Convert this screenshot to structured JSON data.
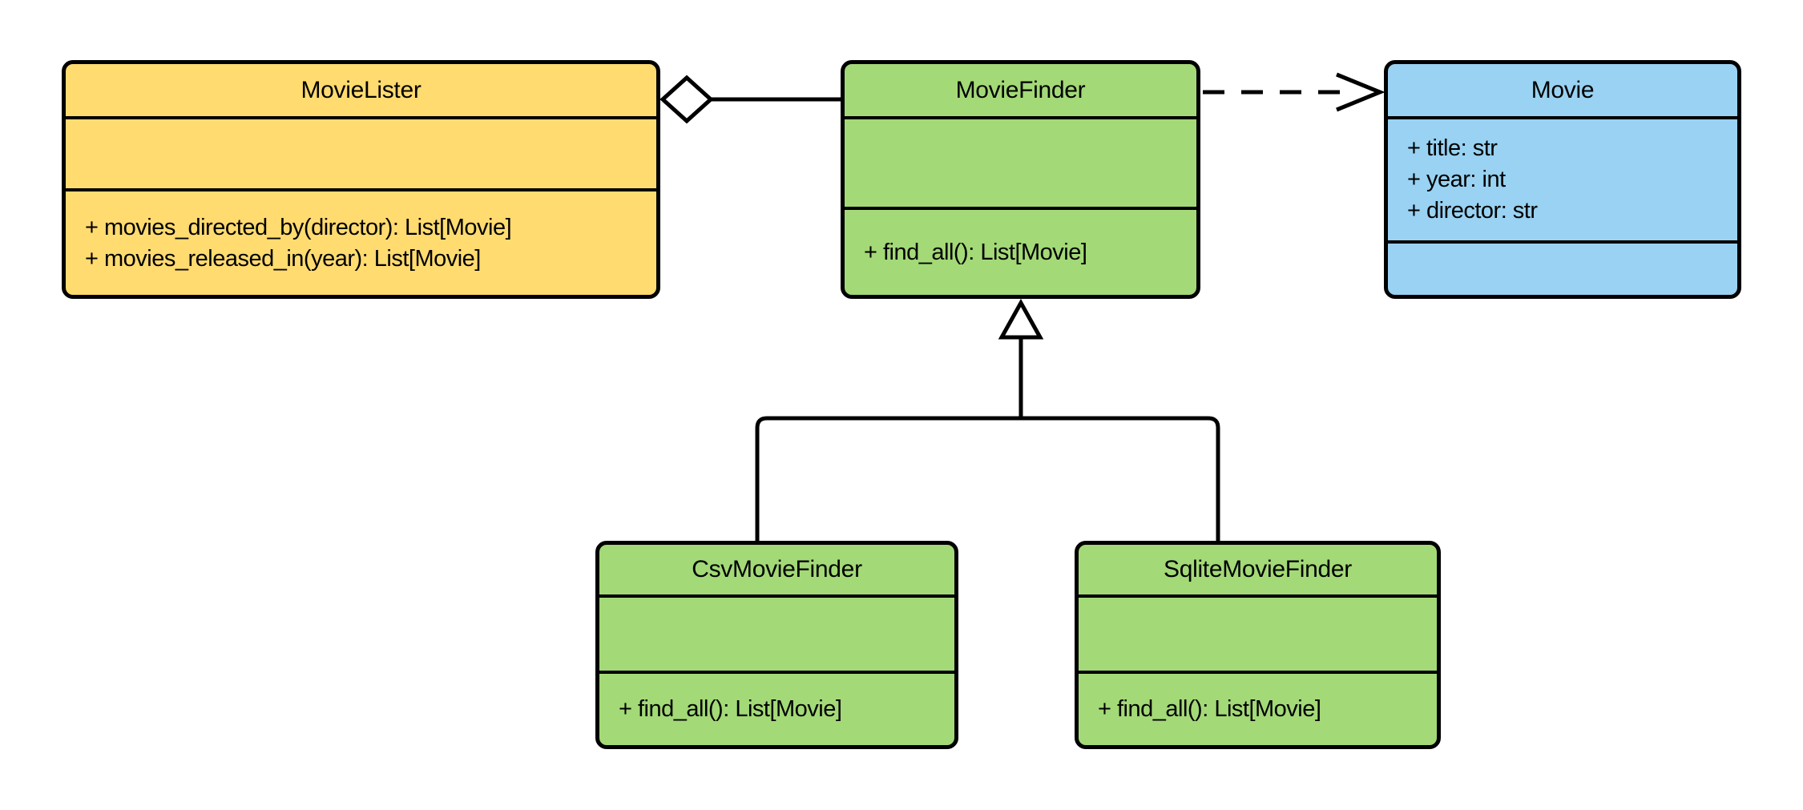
{
  "diagram": {
    "kind": "uml-class-diagram",
    "background_color": "#ffffff",
    "stroke_color": "#000000",
    "classes": [
      {
        "name": "MovieLister",
        "fill": "#FFDB70",
        "attributes": [],
        "methods": [
          "+ movies_directed_by(director): List[Movie]",
          "+ movies_released_in(year): List[Movie]"
        ]
      },
      {
        "name": "MovieFinder",
        "fill": "#A3D977",
        "attributes": [],
        "methods": [
          "+ find_all(): List[Movie]"
        ]
      },
      {
        "name": "Movie",
        "fill": "#99D2F2",
        "attributes": [
          "+ title: str",
          "+ year: int",
          "+ director: str"
        ],
        "methods": []
      },
      {
        "name": "CsvMovieFinder",
        "fill": "#A3D977",
        "attributes": [],
        "methods": [
          "+ find_all(): List[Movie]"
        ]
      },
      {
        "name": "SqliteMovieFinder",
        "fill": "#A3D977",
        "attributes": [],
        "methods": [
          "+ find_all(): List[Movie]"
        ]
      }
    ],
    "relationships": [
      {
        "type": "aggregation",
        "from": "MovieLister",
        "to": "MovieFinder",
        "marker": "hollow-diamond-at-MovieLister",
        "line": "solid"
      },
      {
        "type": "dependency",
        "from": "MovieFinder",
        "to": "Movie",
        "marker": "open-arrow-at-Movie",
        "line": "dashed"
      },
      {
        "type": "generalization",
        "from": "CsvMovieFinder",
        "to": "MovieFinder",
        "marker": "hollow-triangle-at-MovieFinder",
        "line": "solid"
      },
      {
        "type": "generalization",
        "from": "SqliteMovieFinder",
        "to": "MovieFinder",
        "marker": "hollow-triangle-at-MovieFinder",
        "line": "solid"
      }
    ]
  }
}
